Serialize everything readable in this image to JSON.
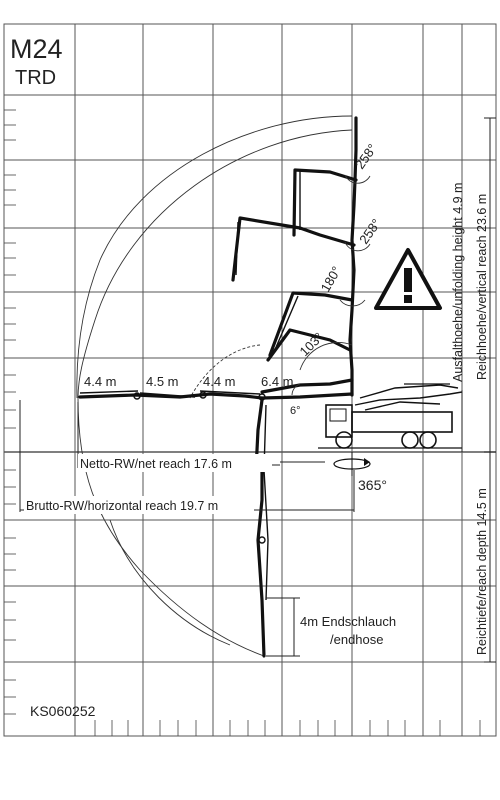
{
  "model": {
    "name": "M24",
    "variant": "TRD"
  },
  "drawing_id": "KS060252",
  "angles": {
    "a1": "258°",
    "a2": "258°",
    "a3": "180°",
    "a4": "103°",
    "a5": "6°",
    "rotation": "365°"
  },
  "sections": {
    "s1": "4.4 m",
    "s2": "4.5 m",
    "s3": "4.4 m",
    "s4": "6.4 m"
  },
  "reach": {
    "net": "Netto-RW/net reach 17.6 m",
    "horizontal": "Brutto-RW/horizontal reach 19.7 m",
    "unfolding": "Ausfalthoehe/unfolding height 4.9 m",
    "vertical": "Reichhoehe/vertical reach 23.6 m",
    "depth": "Reichtiefe/reach depth 14.5 m"
  },
  "endhose": {
    "line1": "4m Endschlauch",
    "line2": "/endhose"
  },
  "icons": {
    "warning": "warning-triangle-icon",
    "rotation": "rotation-arrow-icon"
  }
}
